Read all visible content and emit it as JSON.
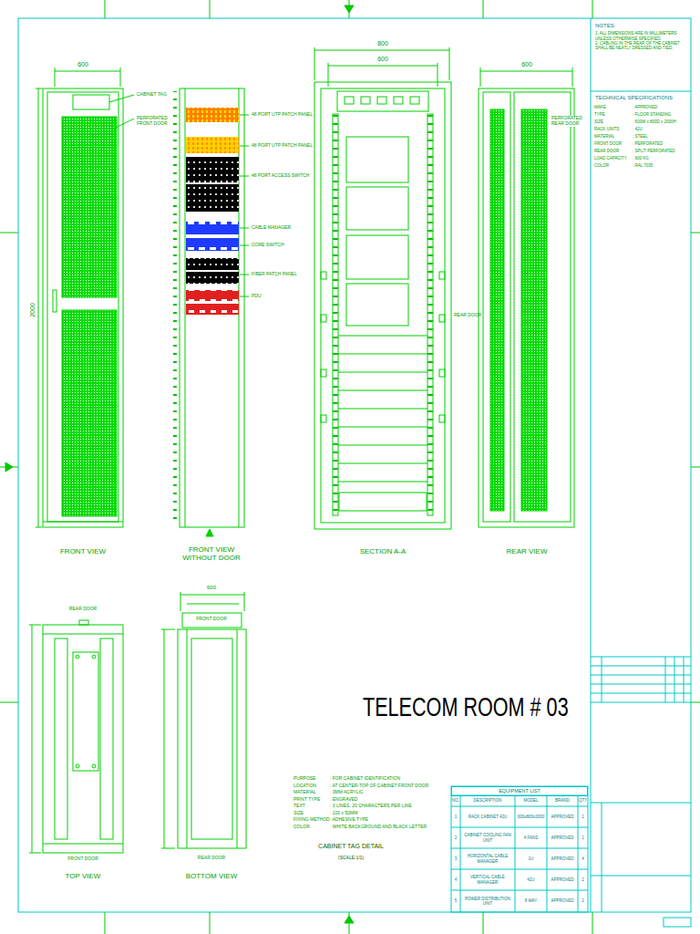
{
  "diagram": {
    "title": "TELECOM ROOM # 03",
    "nodes": [
      {
        "text": [
          "NOTES:",
          "1. ALL DIMENSIONS ARE IN MILLIMETERS UNLESS OTHERWISE SPECIFIED.",
          "2. CABLING IN THE REAR OF THE CABINET SHALL BE NEATLY DRESSED AND TIED."
        ]
      },
      {
        "text": [
          "TECHNICAL SPECIFICATIONS"
        ]
      },
      {
        "text": [
          "EQUIPMENT LIST"
        ]
      }
    ],
    "labels": [
      "600",
      "2000",
      "CABINET TAG",
      "PERFORATED FRONT DOOR",
      "48 PORT UTP PATCH PANEL",
      "48 PORT UTP PATCH PANEL",
      "48 PORT ACCESS SWITCH",
      "CABLE MANAGER",
      "CORE SWITCH",
      "FIBER PATCH PANEL",
      "PDU",
      "800",
      "600",
      "REAR DOOR",
      "600",
      "PERFORATED REAR DOOR",
      "FRONT VIEW",
      "FRONT VIEW WITHOUT DOOR",
      "SECTION A-A",
      "REAR VIEW",
      "REAR DOOR",
      "FRONT DOOR",
      "TOP VIEW",
      "600",
      "FRONT DOOR",
      "REAR DOOR",
      "BOTTOM VIEW",
      "PURPOSE",
      ": FOR CABINET IDENTIFICATION",
      "LOCATION",
      ": AT CENTER-TOP OF CABINET FRONT DOOR",
      "MATERIAL",
      ": 3MM ACRYLIC",
      "PRINT TYPE",
      ": ENGRAVED",
      "TEXT",
      ": 3 LINES, 20 CHARACTERS PER LINE",
      "SIZE",
      ": 100 x 50MM",
      "FIXING METHOD",
      ": ADHESIVE TYPE",
      "COLOR",
      ": WHITE BACKGROUND AND BLACK LETTER",
      "CABINET TAG DETAIL",
      "(SCALE:1/1)",
      "NO.",
      "DESCRIPTION",
      "MODEL",
      "BRAND",
      "QTY",
      "1",
      "RACK CABINET 42U",
      "600x800x2000",
      "APPROVED",
      "1",
      "2",
      "CABINET COOLING FAN UNIT",
      "4 FANS",
      "APPROVED",
      "1",
      "3",
      "HORIZONTAL CABLE MANAGER",
      "1U",
      "APPROVED",
      "4",
      "4",
      "VERTICAL CABLE MANAGER",
      "42U",
      "APPROVED",
      "2",
      "5",
      "POWER DISTRIBUTION UNIT",
      "8 WAY",
      "APPROVED",
      "2",
      "MAKE",
      ": APPROVED",
      "TYPE",
      ": FLOOR STANDING",
      "SIZE",
      ": 600W x 800D x 2000H",
      "RACK UNITS",
      ": 42U",
      "MATERIAL",
      ": STEEL",
      "FRONT DOOR",
      ": PERFORATED",
      "REAR DOOR",
      ": SPLIT PERFORATED",
      "LOAD CAPACITY",
      ": 600 KG",
      "COLOR",
      ": RAL 7035"
    ]
  }
}
